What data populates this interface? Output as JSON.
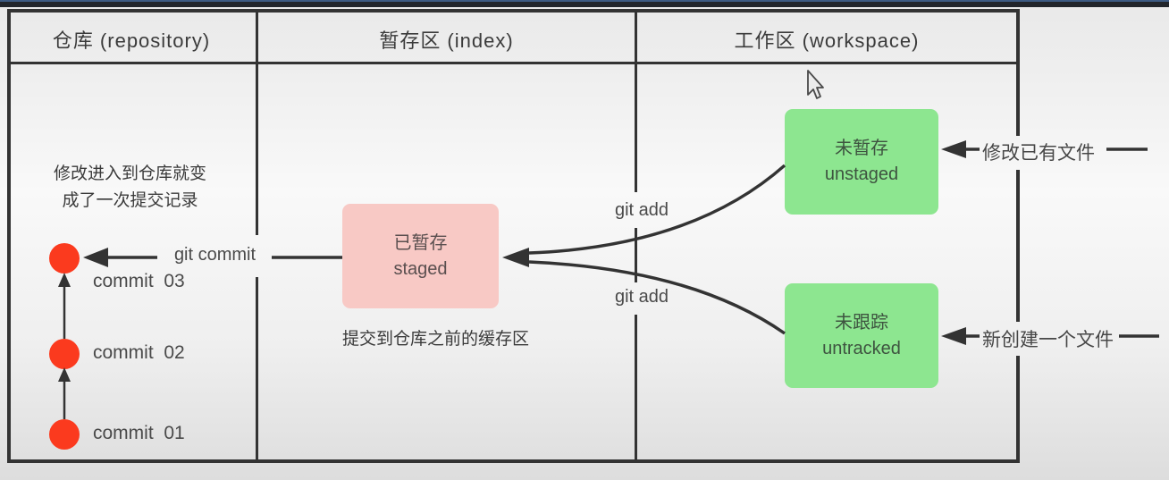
{
  "diagram": {
    "columns": [
      {
        "id": "repository",
        "header": "仓库 (repository)"
      },
      {
        "id": "index",
        "header": "暂存区 (index)"
      },
      {
        "id": "workspace",
        "header": "工作区 (workspace)"
      }
    ],
    "repository": {
      "note_line1": "修改进入到仓库就变",
      "note_line2": "成了一次提交记录",
      "commit_arrow_label": "git commit",
      "commits": [
        {
          "label": "commit  03"
        },
        {
          "label": "commit  02"
        },
        {
          "label": "commit  01"
        }
      ]
    },
    "index": {
      "staged_box": {
        "title": "已暂存",
        "subtitle": "staged"
      },
      "caption": "提交到仓库之前的缓存区"
    },
    "workspace": {
      "git_add_label_top": "git add",
      "git_add_label_bottom": "git add",
      "unstaged_box": {
        "title": "未暂存",
        "subtitle": "unstaged"
      },
      "untracked_box": {
        "title": "未跟踪",
        "subtitle": "untracked"
      },
      "modify_existing_label": "修改已有文件",
      "create_new_label": "新创建一个文件"
    },
    "colors": {
      "commit_dot_red": "#fb3a1e",
      "staged_pink": "#f8c9c5",
      "workspace_green": "#8de690",
      "line_dark": "#333333"
    }
  }
}
